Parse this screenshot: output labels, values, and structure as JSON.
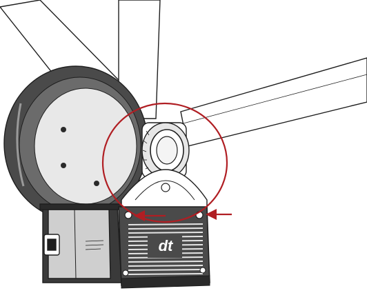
{
  "brand": {
    "logo_text": "dt"
  },
  "colors": {
    "line": "#1e1e1e",
    "body_fill": "#3a3a3a",
    "panel_fill": "#cfcfcf",
    "highlight": "#b01e23",
    "background": "#ffffff"
  },
  "callouts": [
    {
      "shape": "circle",
      "target": "drive-mount-area"
    },
    {
      "shape": "arrow",
      "points_to": "mounting-screw-left"
    },
    {
      "shape": "arrow",
      "points_to": "mounting-screw-right"
    }
  ]
}
